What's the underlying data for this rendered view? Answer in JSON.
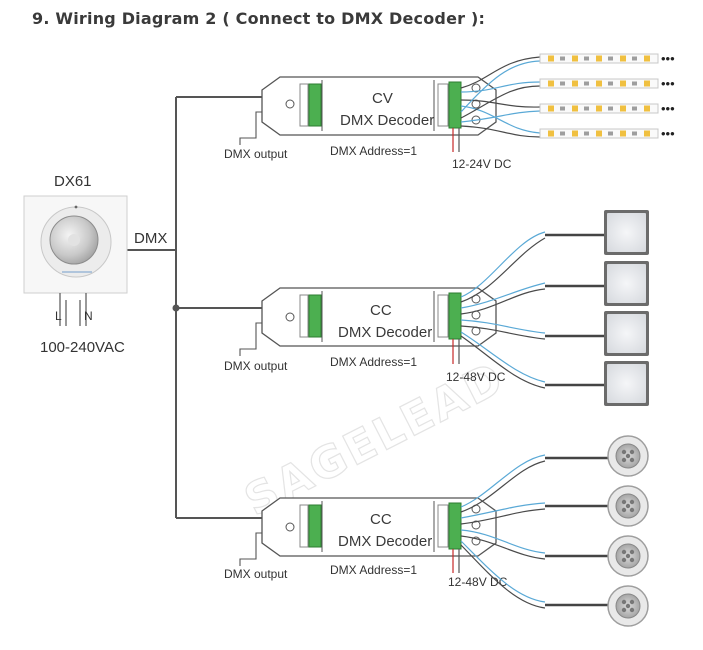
{
  "title": "9. Wiring Diagram 2 ( Connect to DMX Decoder ):",
  "controller": {
    "model": "DX61",
    "bus_label": "DMX",
    "line_label": "L",
    "neutral_label": "N",
    "power": "100-240VAC"
  },
  "watermark": "SAGELEAD",
  "decoders": [
    {
      "type": "CV",
      "name": "DMX Decoder",
      "output_label": "DMX output",
      "address_label": "DMX Address=1",
      "supply": "12-24V DC",
      "load": "led-strip"
    },
    {
      "type": "CC",
      "name": "DMX Decoder",
      "output_label": "DMX output",
      "address_label": "DMX Address=1",
      "supply": "12-48V DC",
      "load": "led-panel"
    },
    {
      "type": "CC",
      "name": "DMX Decoder",
      "output_label": "DMX output",
      "address_label": "DMX Address=1",
      "supply": "12-48V DC",
      "load": "led-downlight"
    }
  ],
  "ellipsis": "•••",
  "colors": {
    "line": "#555555",
    "wire_blue": "#5aa9d6",
    "wire_dark": "#4a4a4a"
  }
}
